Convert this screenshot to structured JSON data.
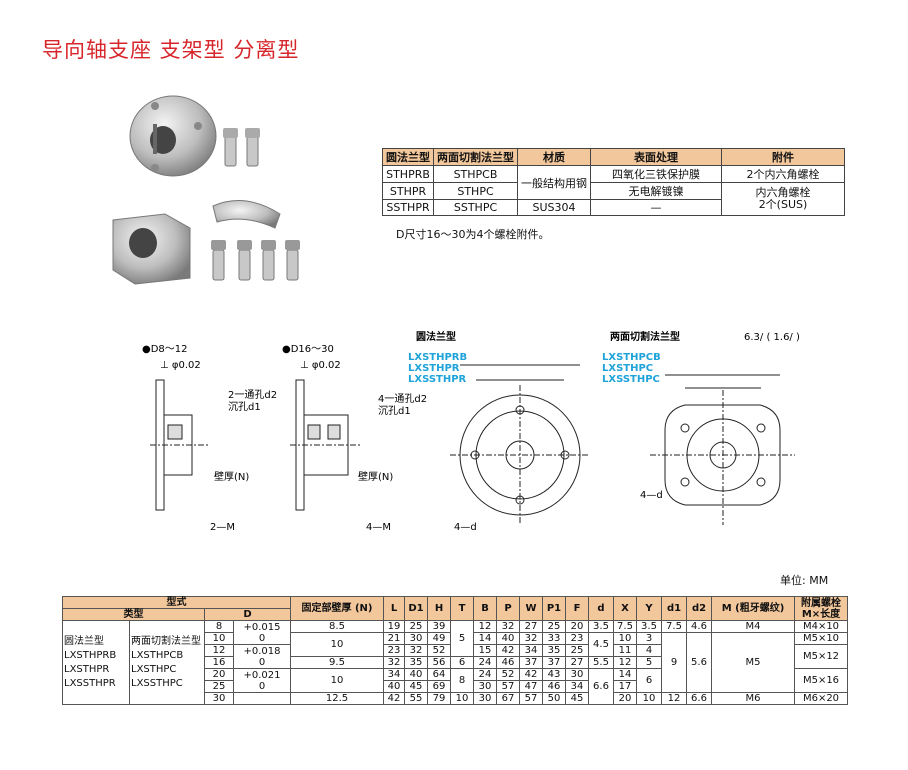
{
  "title": "导向轴支座 支架型 分离型",
  "spec_table": {
    "headers": [
      "圆法兰型",
      "两面切割法兰型",
      "材质",
      "表面处理",
      "附件"
    ],
    "rows": [
      [
        "STHPRB",
        "STHPCB",
        "一般结构用钢",
        "四氧化三铁保护膜",
        "2个内六角螺栓"
      ],
      [
        "STHPR",
        "STHPC",
        "",
        "无电解镀镍",
        "内六角螺栓"
      ],
      [
        "SSTHPR",
        "SSTHPC",
        "SUS304",
        "—",
        "2个(SUS)"
      ]
    ]
  },
  "note": "D尺寸16～30为4个螺栓附件。",
  "drawing": {
    "d8_label": "●D8～12",
    "d16_label": "●D16～30",
    "tol_a": "⊥ φ0.02",
    "tol_b": "⊥ φ0.02",
    "hole2": "2一通孔d2",
    "cbore2": "沉孔d1",
    "hole4": "4一通孔d2",
    "cbore4": "沉孔d1",
    "screw2": "2—M",
    "screw4": "4—M",
    "wall": "壁厚(N)",
    "wall2": "壁厚(N)",
    "round_title": "圆法兰型",
    "round_models": [
      "LXSTHPRB",
      "LXSTHPR",
      "LXSSTHPR"
    ],
    "cut_title": "两面切割法兰型",
    "cut_models": [
      "LXSTHPCB",
      "LXSTHPC",
      "LXSSTHPC"
    ],
    "rough": "6.3/ ( 1.6/ )",
    "hole_d1": "4—d",
    "hole_d2": "4—d"
  },
  "unit": "单位: MM",
  "dims_table": {
    "h_model": "型式",
    "h_type": "类型",
    "h_D": "D",
    "h_wall": "固定部壁厚 (N)",
    "cols": [
      "L",
      "D1",
      "H",
      "T",
      "B",
      "P",
      "W",
      "P1",
      "F",
      "d",
      "X",
      "Y",
      "d1",
      "d2"
    ],
    "h_M": "M (粗牙螺纹)",
    "h_bolt": "附属螺栓 M×长度",
    "type_round": [
      "圆法兰型",
      "LXSTHPRB",
      "LXSTHPR",
      "LXSSTHPR"
    ],
    "type_cut": [
      "两面切割法兰型",
      "LXSTHPCB",
      "LXSTHPC",
      "LXSSTHPC"
    ],
    "D": [
      "8",
      "10",
      "12",
      "16",
      "20",
      "25",
      "30"
    ],
    "tol": [
      "+0.015\n0",
      "+0.018\n0",
      "+0.021\n0"
    ],
    "N": [
      "8.5",
      "10",
      "9.5",
      "10",
      "12.5"
    ],
    "L": [
      "19",
      "21",
      "23",
      "32",
      "34",
      "40",
      "42"
    ],
    "D1": [
      "25",
      "30",
      "32",
      "35",
      "40",
      "45",
      "55"
    ],
    "H": [
      "39",
      "49",
      "52",
      "56",
      "64",
      "69",
      "79"
    ],
    "T": [
      "5",
      "6",
      "8",
      "10"
    ],
    "B": [
      "12",
      "14",
      "15",
      "24",
      "24",
      "30",
      "30"
    ],
    "P": [
      "32",
      "40",
      "42",
      "46",
      "52",
      "57",
      "67"
    ],
    "W": [
      "27",
      "32",
      "34",
      "37",
      "42",
      "47",
      "57"
    ],
    "P1": [
      "25",
      "33",
      "35",
      "37",
      "43",
      "46",
      "50"
    ],
    "F": [
      "20",
      "23",
      "25",
      "27",
      "30",
      "34",
      "45"
    ],
    "d": [
      "3.5",
      "4.5",
      "5.5",
      "6.6"
    ],
    "X": [
      "7.5",
      "10",
      "11",
      "12",
      "14",
      "17",
      "20"
    ],
    "Y": [
      "3.5",
      "3",
      "4",
      "5",
      "6",
      "10"
    ],
    "d1": [
      "7.5",
      "9",
      "12"
    ],
    "d2": [
      "4.6",
      "5.6",
      "6.6"
    ],
    "M": [
      "M4",
      "M5",
      "M6"
    ],
    "bolt": [
      "M4×10",
      "M5×10",
      "M5×12",
      "M5×16",
      "M6×20"
    ]
  }
}
